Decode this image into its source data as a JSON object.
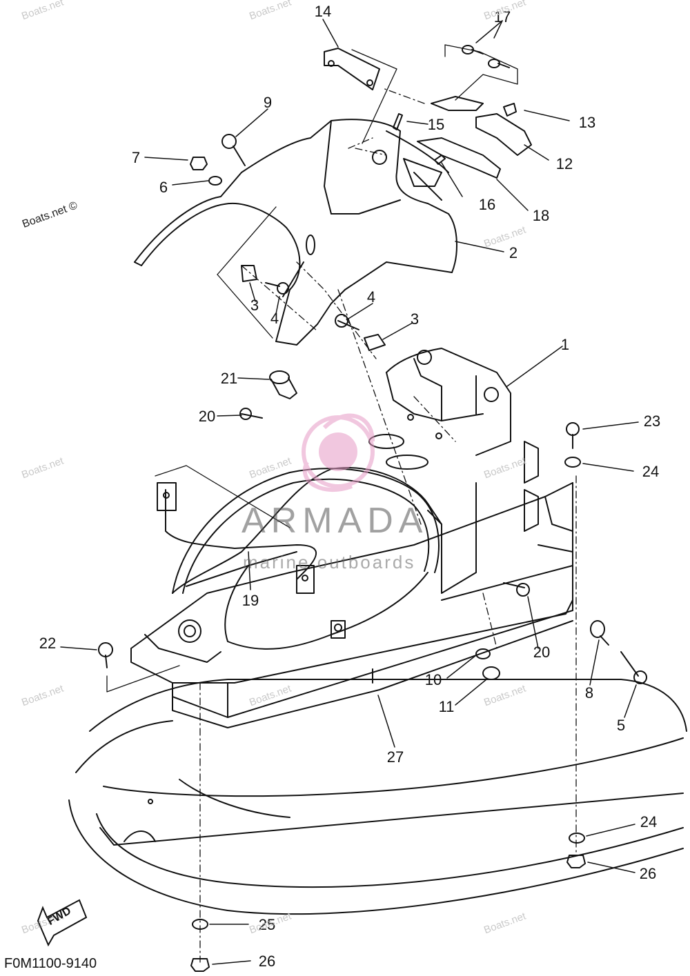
{
  "callouts": [
    "14",
    "17",
    "15",
    "13",
    "12",
    "9",
    "7",
    "6",
    "16",
    "18",
    "2",
    "3",
    "4",
    "4",
    "3",
    "1",
    "21",
    "20",
    "23",
    "24",
    "19",
    "20",
    "22",
    "10",
    "11",
    "8",
    "5",
    "27",
    "24",
    "26",
    "25",
    "26"
  ],
  "watermark": "Boats.net",
  "credit": "Boats.net ©",
  "logo": {
    "name": "ARMADA",
    "tagline": "marine outboards"
  },
  "fwd_label": "FWD",
  "figure_code": "F0M1100-9140"
}
